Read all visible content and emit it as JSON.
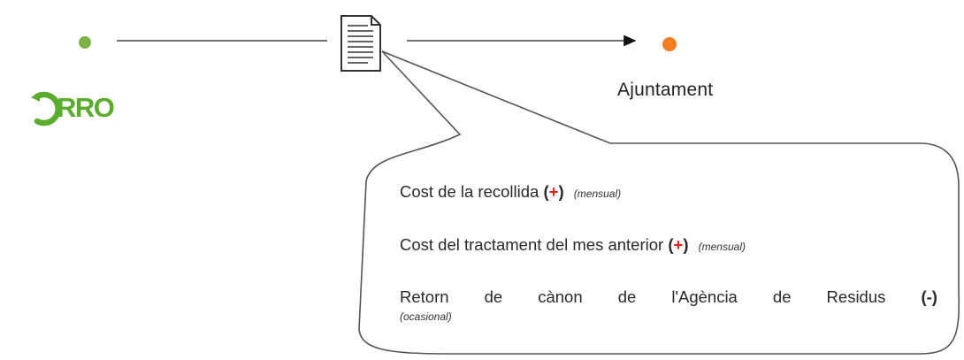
{
  "nodes": {
    "source_dot_color": "#7cb342",
    "target_dot_color": "#f47c20",
    "target_label": "Ajuntament"
  },
  "logo": {
    "text": "RRO",
    "color": "#5aac2d"
  },
  "document_icon": "document-icon",
  "callout": {
    "items": [
      {
        "text": "Cost de la recollida",
        "sign_open": "(",
        "sign": "+",
        "sign_close": ")",
        "note": "(mensual)"
      },
      {
        "text": "Cost del tractament del mes anterior",
        "sign_open": "(",
        "sign": "+",
        "sign_close": ")",
        "note": "(mensual)"
      },
      {
        "words": [
          "Retorn",
          "de",
          "cànon",
          "de",
          "l'Agència",
          "de",
          "Residus"
        ],
        "sign": "(-)",
        "note": "(ocasional)"
      }
    ]
  }
}
